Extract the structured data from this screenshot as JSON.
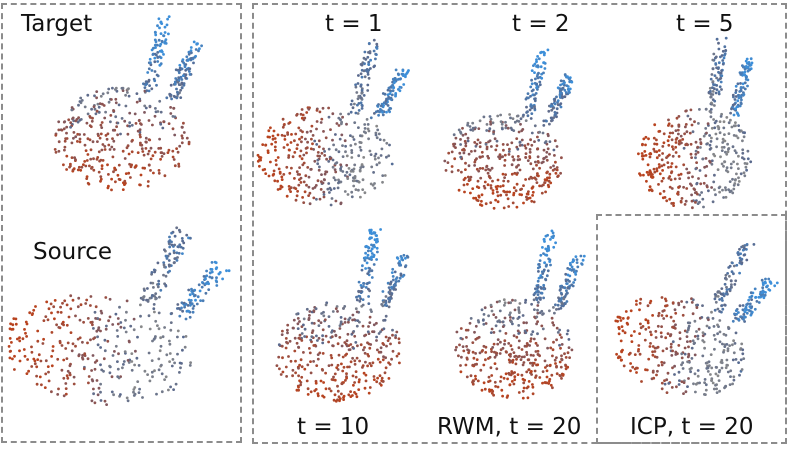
{
  "labels": {
    "target": "Target",
    "source": "Source",
    "t1": "t = 1",
    "t2": "t = 2",
    "t5": "t = 5",
    "t10": "t = 10",
    "rwm": "RWM, t = 20",
    "icp": "ICP, t = 20"
  },
  "colors": {
    "red": "#b8431f",
    "grey": "#8a8a8a",
    "slate": "#59688c",
    "blue": "#3d8fd9",
    "border": "#8c8c8c"
  }
}
